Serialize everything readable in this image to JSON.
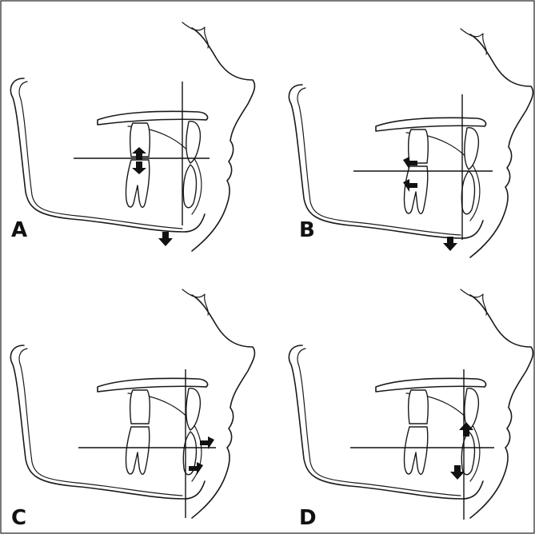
{
  "panels": [
    {
      "id": "A",
      "label": "A"
    },
    {
      "id": "B",
      "label": "B"
    },
    {
      "id": "C",
      "label": "C"
    },
    {
      "id": "D",
      "label": "D"
    }
  ],
  "colors": {
    "ink": "#1a1a1a",
    "background": "#ffffff",
    "arrow": "#111111"
  },
  "icons": [
    "arrow-up-icon",
    "arrow-down-icon",
    "arrow-left-icon",
    "arrow-right-icon"
  ]
}
